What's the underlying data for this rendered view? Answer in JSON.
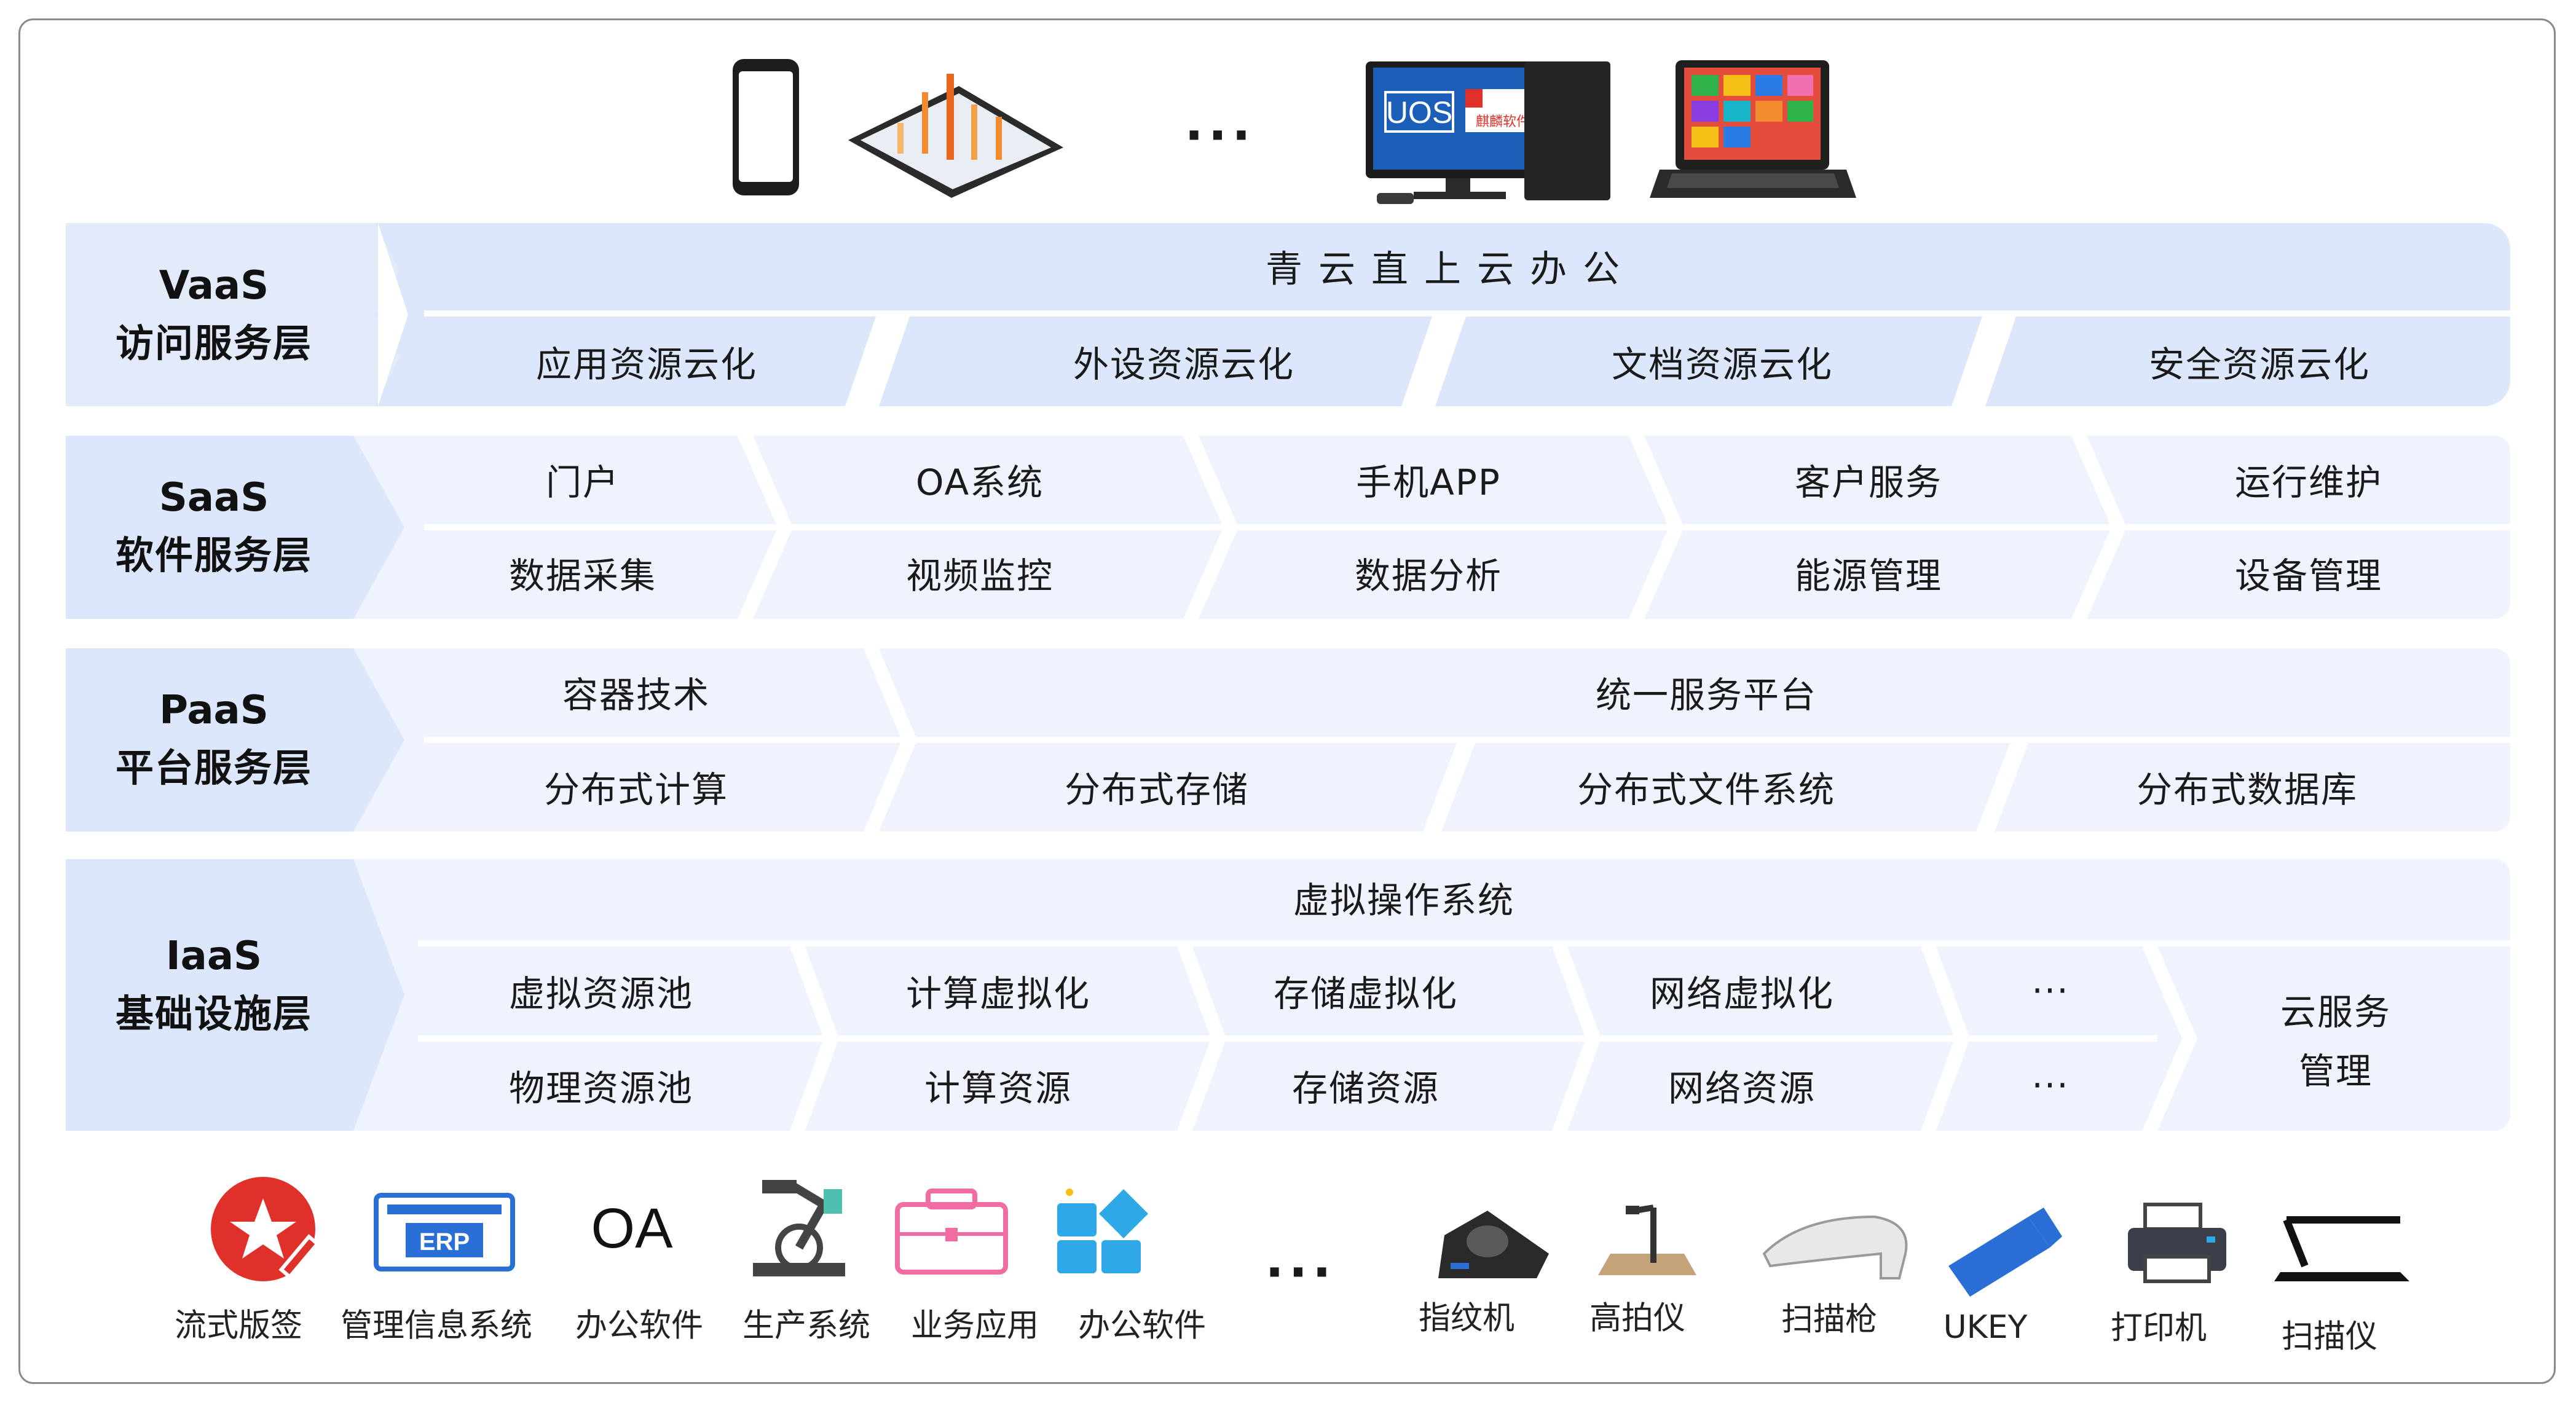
{
  "devices": {
    "ellipsis": "...",
    "monitor_screen_text": "UOS",
    "monitor_brand_text": "麒麟软件"
  },
  "layers": {
    "vaas": {
      "en": "VaaS",
      "zh": "访问服务层",
      "title": "青云直上云办公",
      "cells": [
        "应用资源云化",
        "外设资源云化",
        "文档资源云化",
        "安全资源云化"
      ]
    },
    "saas": {
      "en": "SaaS",
      "zh": "软件服务层",
      "row1": [
        "门户",
        "OA系统",
        "手机APP",
        "客户服务",
        "运行维护"
      ],
      "row2": [
        "数据采集",
        "视频监控",
        "数据分析",
        "能源管理",
        "设备管理"
      ]
    },
    "paas": {
      "en": "PaaS",
      "zh": "平台服务层",
      "row1": [
        "容器技术",
        "统一服务平台"
      ],
      "row2": [
        "分布式计算",
        "分布式存储",
        "分布式文件系统",
        "分布式数据库"
      ]
    },
    "iaas": {
      "en": "IaaS",
      "zh": "基础设施层",
      "title": "虚拟操作系统",
      "row1": [
        "虚拟资源池",
        "计算虚拟化",
        "存储虚拟化",
        "网络虚拟化",
        "···"
      ],
      "row2": [
        "物理资源池",
        "计算资源",
        "存储资源",
        "网络资源",
        "···"
      ],
      "side_line1": "云服务",
      "side_line2": "管理"
    }
  },
  "apps": {
    "items": [
      "流式版签",
      "管理信息系统",
      "办公软件",
      "生产系统",
      "业务应用",
      "办公软件"
    ],
    "erp_text": "ERP",
    "oa_text": "OA",
    "ellipsis": "..."
  },
  "peripherals": {
    "items": [
      "指纹机",
      "高拍仪",
      "扫描枪",
      "UKEY",
      "打印机",
      "扫描仪"
    ]
  },
  "colors": {
    "panel": "#dde7fb",
    "panel_row": "#eef3fd",
    "side": "#e3ebfb",
    "text": "#1a1a1a",
    "accent_red": "#e0302a",
    "accent_blue": "#2a6fd6",
    "accent_pink": "#f06ca2",
    "accent_cyan": "#2ea8e6"
  }
}
